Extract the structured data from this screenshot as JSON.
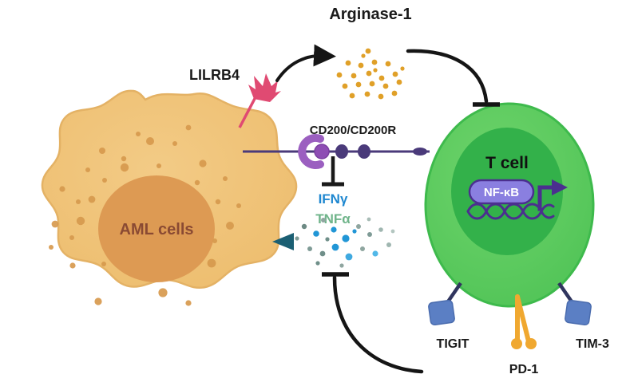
{
  "figure": {
    "title": "AML cell – T cell immune evasion diagram",
    "background": "#ffffff"
  },
  "labels": {
    "arginase": "Arginase-1",
    "lilrb4": "LILRB4",
    "cd200": "CD200/CD200R",
    "ifng": "IFNγ",
    "tnfa": "TNFα",
    "aml_cells": "AML cells",
    "t_cell": "T cell",
    "nfkb": "NF-κB",
    "tigit": "TIGIT",
    "pd1": "PD-1",
    "tim3": "TIM-3"
  },
  "colors": {
    "aml_cytoplasm": "#f0c274",
    "aml_cytoplasm_stroke": "#e2b061",
    "aml_nucleus": "#dd9a53",
    "aml_label_text": "#8a4a33",
    "aml_granule": "#dba355",
    "tcell_cytoplasm": "#5fcb5f",
    "tcell_cytoplasm_stroke": "#3fbb4f",
    "tcell_nucleus": "#33b14a",
    "tcell_label_text": "#111111",
    "nfkb_fill": "#8a7fe0",
    "nfkb_stroke": "#4b2f8f",
    "nfkb_text": "#ffffff",
    "dna": "#4b2f8f",
    "lilrb4": "#e0446f",
    "cd200_receptor": "#a濃"
  },
  "palette": {
    "arginase_dot": "#e0a028",
    "lilrb4_pink": "#e04a72",
    "cd200_purple": "#9b5fc0",
    "cd200_dark": "#4a3a7a",
    "ifng_blue": "#1e87d0",
    "tnfa_green": "#6fb48a",
    "cytokine_arrow": "#1b5f73",
    "tigit_blue": "#5b7fc4",
    "tigit_stalk": "#30355e",
    "pd1_orange": "#f0a830",
    "inhibit_black": "#151515",
    "text_black": "#1a1a1a"
  },
  "elements": {
    "arginase_dot_count": 22,
    "aml_granule_count": 30,
    "cytokine_dot_count": 22
  },
  "interactions": [
    {
      "from": "LILRB4",
      "to": "Arginase-1",
      "type": "activation"
    },
    {
      "from": "Arginase-1",
      "to": "T cell",
      "type": "inhibition"
    },
    {
      "from": "CD200/CD200R",
      "to": "IFNγ / TNFα",
      "type": "inhibition"
    },
    {
      "from": "T cell",
      "to": "AML cells",
      "type": "cytokine-secretion"
    },
    {
      "from": "TIGIT / PD-1 / TIM-3 axis",
      "to": "cytokine secretion",
      "type": "inhibition"
    }
  ]
}
